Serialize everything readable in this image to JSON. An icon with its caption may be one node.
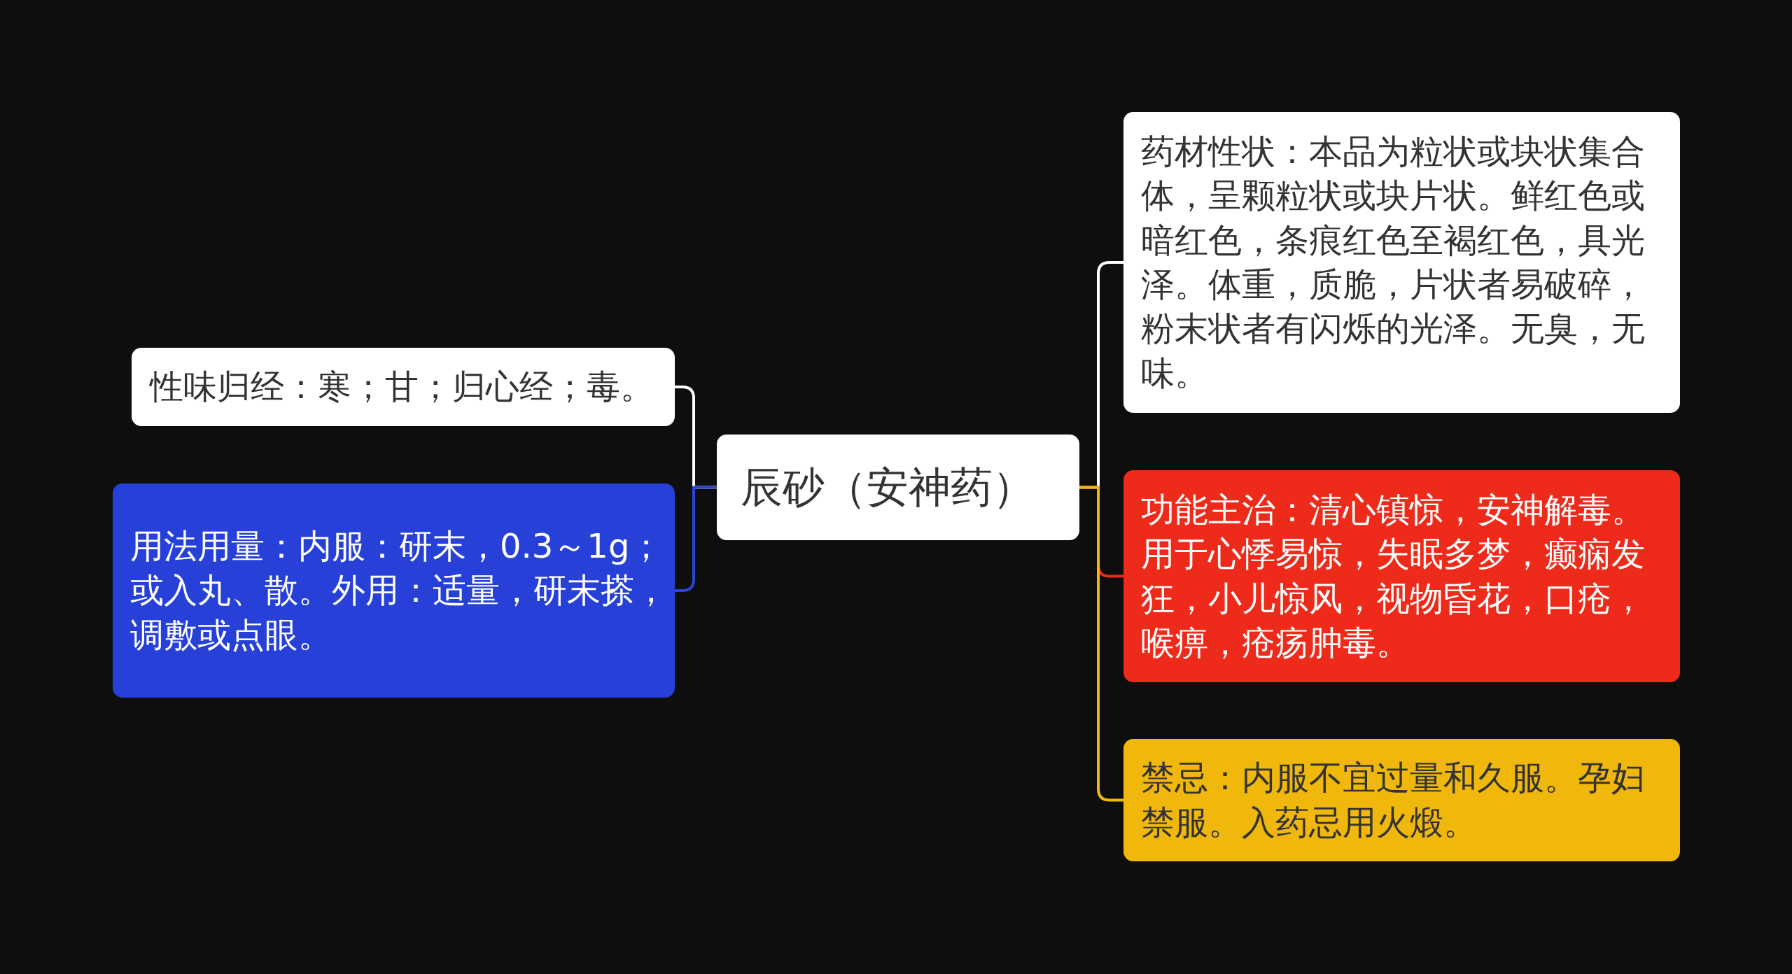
{
  "diagram": {
    "nodes": [
      {
        "text": [
          "辰砂（安神药）"
        ]
      },
      {
        "text": [
          "性味归经：寒；甘；归心经；毒。"
        ]
      },
      {
        "text": [
          "用法用量：内服：研末，0.3～1g；或入丸、散。外用：适量，研末搽，调敷或点眼。"
        ]
      },
      {
        "text": [
          "药材性状：本品为粒状或块状集合体，呈颗粒状或块片状。鲜红色或暗红色，条痕红色至褐红色，具光泽。体重，质脆，片状者易破碎，粉末状者有闪烁的光泽。无臭，无味。"
        ]
      },
      {
        "text": [
          "功能主治：清心镇惊，安神解毒。用于心悸易惊，失眠多梦，癫痫发狂，小儿惊风，视物昏花，口疮，喉痹，疮疡肿毒。"
        ]
      },
      {
        "text": [
          "禁忌：内服不宜过量和久服。孕妇禁服。入药忌用火煅。"
        ]
      }
    ],
    "edges": [
      {
        "from": 0,
        "to": 1,
        "arrow": "none"
      },
      {
        "from": 0,
        "to": 2,
        "arrow": "none",
        "color": "#2a44d6"
      },
      {
        "from": 0,
        "to": 3,
        "arrow": "none"
      },
      {
        "from": 0,
        "to": 4,
        "arrow": "none",
        "color": "#e8281a"
      },
      {
        "from": 0,
        "to": 5,
        "arrow": "none",
        "color": "#f0b90b"
      }
    ]
  }
}
